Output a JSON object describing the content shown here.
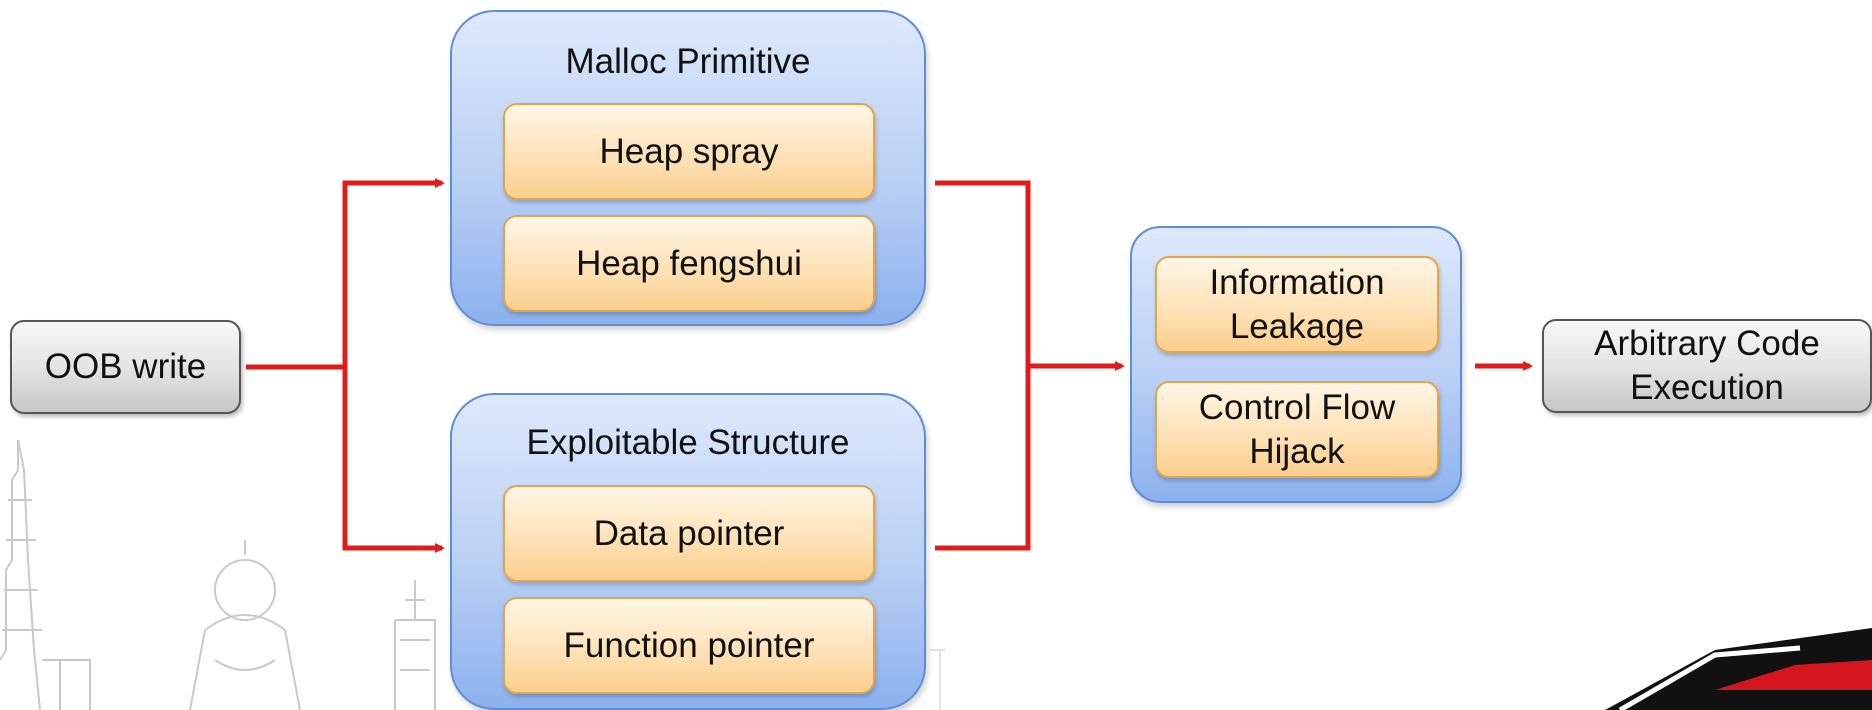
{
  "colors": {
    "arrow": "#e01b1b",
    "group_border": "#5b8ed6",
    "item_border": "#e3a54c",
    "accent_red": "#d6161f"
  },
  "nodes": {
    "oob_write": "OOB write",
    "malloc_primitive": {
      "title": "Malloc Primitive",
      "items": [
        "Heap spray",
        "Heap fengshui"
      ]
    },
    "exploitable_structure": {
      "title": "Exploitable Structure",
      "items": [
        "Data pointer",
        "Function pointer"
      ]
    },
    "outcomes": {
      "items": [
        {
          "line1": "Information",
          "line2": "Leakage"
        },
        {
          "line1": "Control Flow",
          "line2": "Hijack"
        }
      ]
    },
    "arbitrary_code": {
      "line1": "Arbitrary Code",
      "line2": "Execution"
    }
  }
}
